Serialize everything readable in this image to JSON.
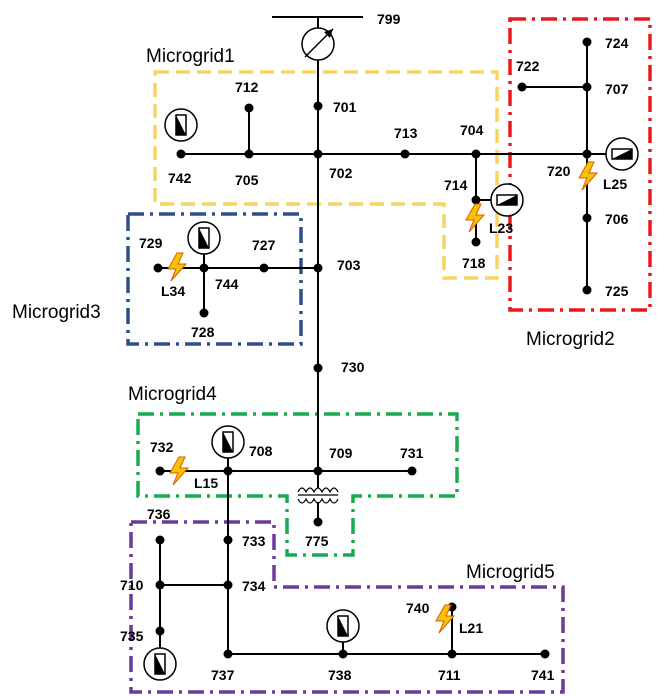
{
  "nodes": {
    "n799": "799",
    "n701": "701",
    "n702": "702",
    "n703": "703",
    "n704": "704",
    "n705": "705",
    "n706": "706",
    "n707": "707",
    "n708": "708",
    "n709": "709",
    "n710": "710",
    "n711": "711",
    "n712": "712",
    "n713": "713",
    "n714": "714",
    "n718": "718",
    "n720": "720",
    "n722": "722",
    "n724": "724",
    "n725": "725",
    "n727": "727",
    "n728": "728",
    "n729": "729",
    "n730": "730",
    "n731": "731",
    "n732": "732",
    "n733": "733",
    "n734": "734",
    "n735": "735",
    "n736": "736",
    "n737": "737",
    "n738": "738",
    "n740": "740",
    "n741": "741",
    "n742": "742",
    "n744": "744",
    "n775": "775"
  },
  "microgrids": {
    "mg1": {
      "label": "Microgrid1",
      "color": "#F7D562"
    },
    "mg2": {
      "label": "Microgrid2",
      "color": "#E8191B"
    },
    "mg3": {
      "label": "Microgrid3",
      "color": "#2E4E8C"
    },
    "mg4": {
      "label": "Microgrid4",
      "color": "#1AAA50"
    },
    "mg5": {
      "label": "Microgrid5",
      "color": "#6A3A9C"
    }
  },
  "faults": {
    "L15": "L15",
    "L21": "L21",
    "L23": "L23",
    "L25": "L25",
    "L34": "L34"
  },
  "icons": {
    "generator": "distributed-generator-icon",
    "fault": "lightning-fault-icon",
    "regulator": "voltage-regulator-icon",
    "transformer": "transformer-icon"
  },
  "colors": {
    "line": "#000000",
    "fault_fill": "#F5C400",
    "fault_outline": "#E05A00"
  }
}
